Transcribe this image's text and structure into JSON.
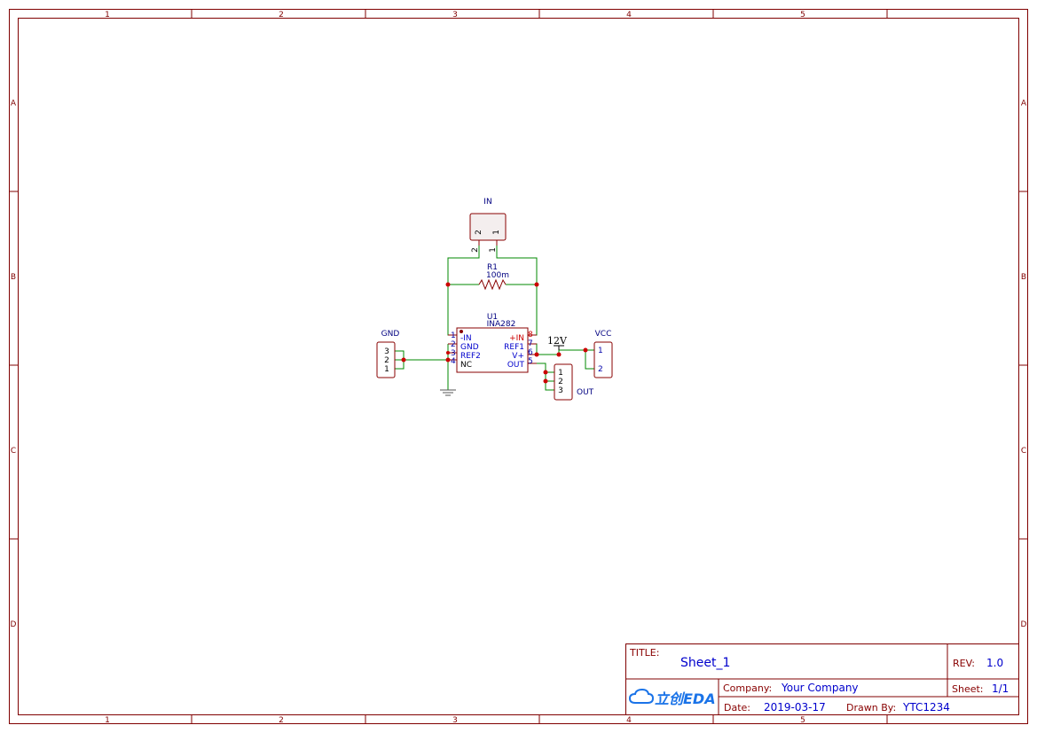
{
  "frame": {
    "columns": [
      "1",
      "2",
      "3",
      "4",
      "5"
    ],
    "rows": [
      "A",
      "B",
      "C",
      "D"
    ]
  },
  "components": {
    "in_connector": {
      "designator": "IN",
      "pins": [
        "2",
        "1"
      ]
    },
    "resistor": {
      "designator": "R1",
      "value": "100m"
    },
    "u1": {
      "designator": "U1",
      "part": "INA282",
      "left_pins": [
        {
          "num": "1",
          "name": "-IN"
        },
        {
          "num": "2",
          "name": "GND"
        },
        {
          "num": "3",
          "name": "REF2"
        },
        {
          "num": "4",
          "name": "NC"
        }
      ],
      "right_pins": [
        {
          "num": "8",
          "name": "+IN"
        },
        {
          "num": "7",
          "name": "REF1"
        },
        {
          "num": "6",
          "name": "V+"
        },
        {
          "num": "5",
          "name": "OUT"
        }
      ]
    },
    "gnd_connector": {
      "designator": "GND",
      "pins": [
        "3",
        "2",
        "1"
      ]
    },
    "vcc_connector": {
      "designator": "VCC",
      "pins": [
        "1",
        "2"
      ]
    },
    "out_connector": {
      "designator": "OUT",
      "pins": [
        "1",
        "2",
        "3"
      ]
    },
    "net_12v": {
      "label": "12V"
    }
  },
  "title_block": {
    "title_label": "TITLE:",
    "title_value": "Sheet_1",
    "rev_label": "REV:",
    "rev_value": "1.0",
    "logo_text": "立创EDA",
    "company_label": "Company:",
    "company_value": "Your Company",
    "sheet_label": "Sheet:",
    "sheet_value": "1/1",
    "date_label": "Date:",
    "date_value": "2019-03-17",
    "drawn_label": "Drawn By:",
    "drawn_value": "YTC1234"
  },
  "colors": {
    "frame": "#800000",
    "wire": "#008800",
    "junction": "#cc0000",
    "text_blue": "#0000cc"
  }
}
